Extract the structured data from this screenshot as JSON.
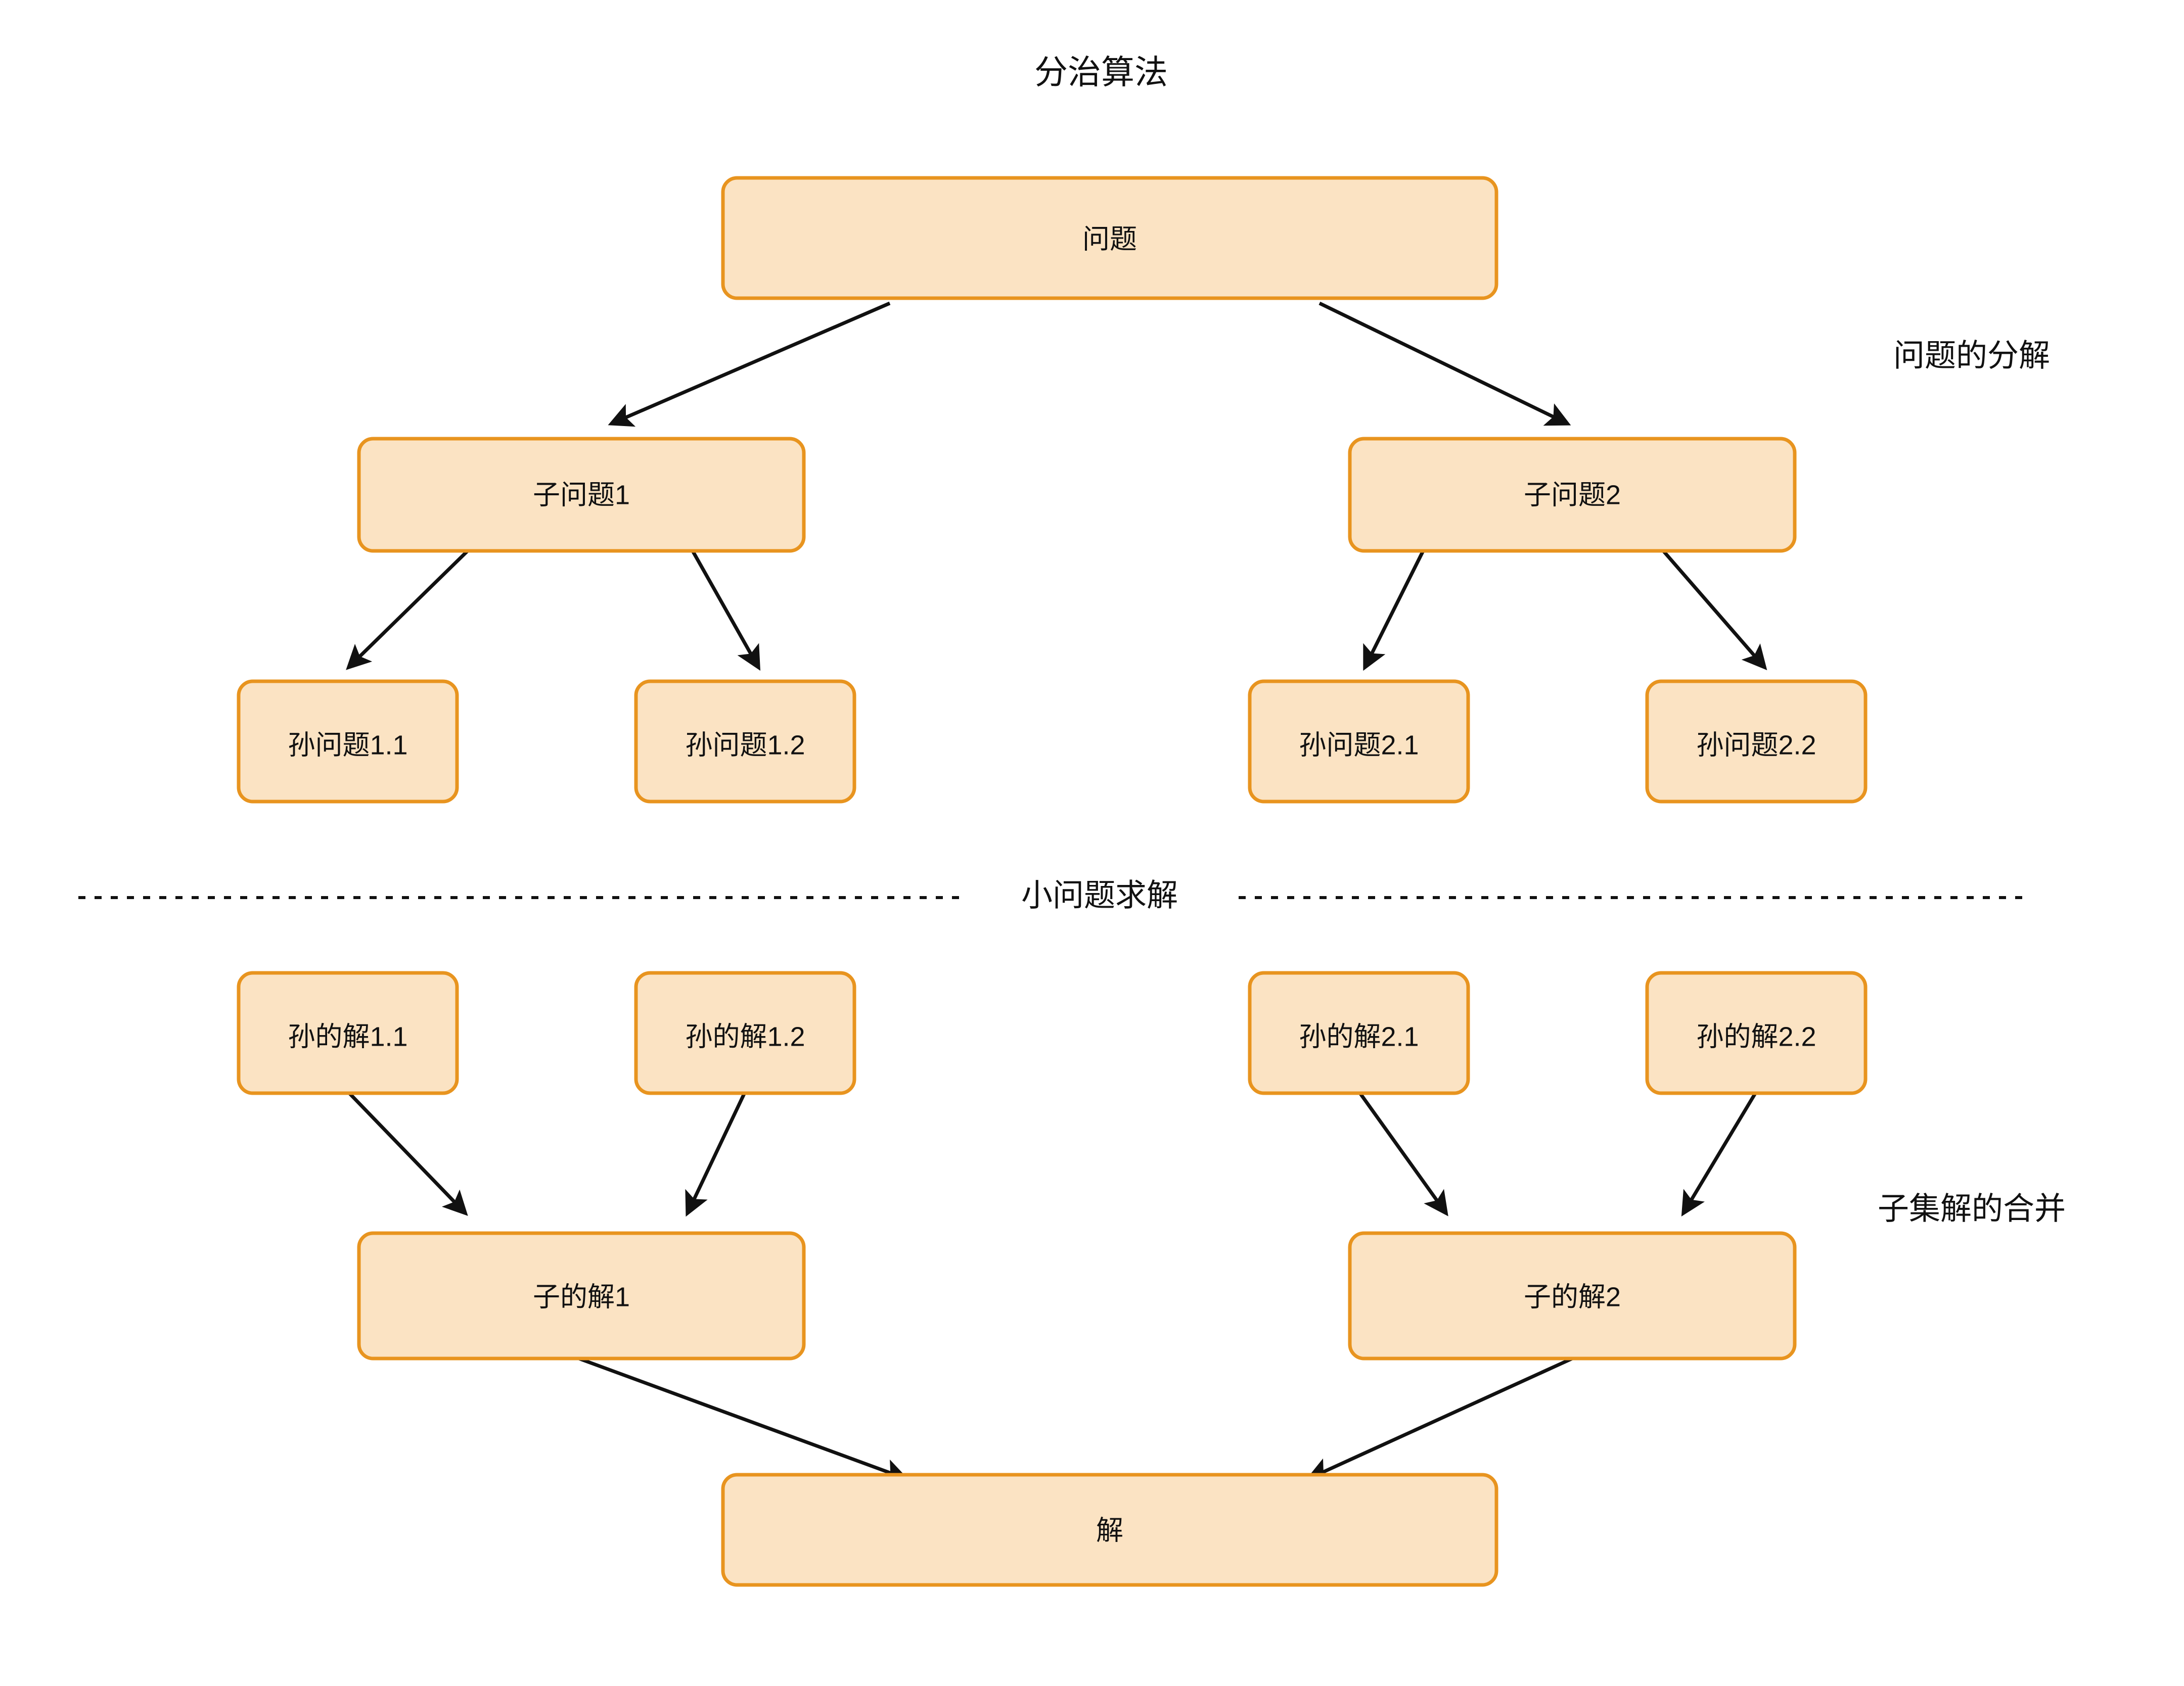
{
  "title": "分治算法",
  "colors": {
    "node_fill": "#fbe3c3",
    "node_border": "#e8941f",
    "edge": "#111111",
    "text": "#111111",
    "background": "#ffffff"
  },
  "side_labels": {
    "decompose": "问题的分解",
    "merge": "子集解的合并"
  },
  "divider": {
    "label": "小问题求解"
  },
  "nodes": {
    "root_problem": "问题",
    "sub_problem_1": "子问题1",
    "sub_problem_2": "子问题2",
    "grand_problem_1_1": "孙问题1.1",
    "grand_problem_1_2": "孙问题1.2",
    "grand_problem_2_1": "孙问题2.1",
    "grand_problem_2_2": "孙问题2.2",
    "grand_solution_1_1": "孙的解1.1",
    "grand_solution_1_2": "孙的解1.2",
    "grand_solution_2_1": "孙的解2.1",
    "grand_solution_2_2": "孙的解2.2",
    "sub_solution_1": "子的解1",
    "sub_solution_2": "子的解2",
    "root_solution": "解"
  }
}
